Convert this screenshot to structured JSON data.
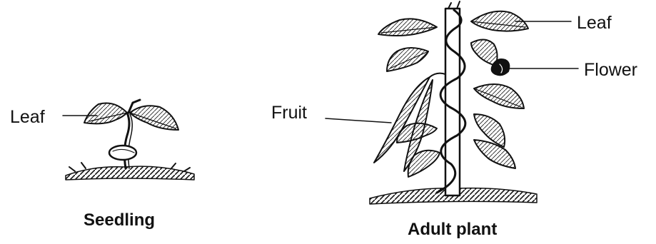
{
  "seedling": {
    "leaf_label": "Leaf",
    "caption": "Seedling"
  },
  "adult_plant": {
    "fruit_label": "Fruit",
    "leaf_label": "Leaf",
    "flower_label": "Flower",
    "caption": "Adult plant"
  },
  "colors": {
    "ink": "#111111",
    "background": "#ffffff"
  }
}
